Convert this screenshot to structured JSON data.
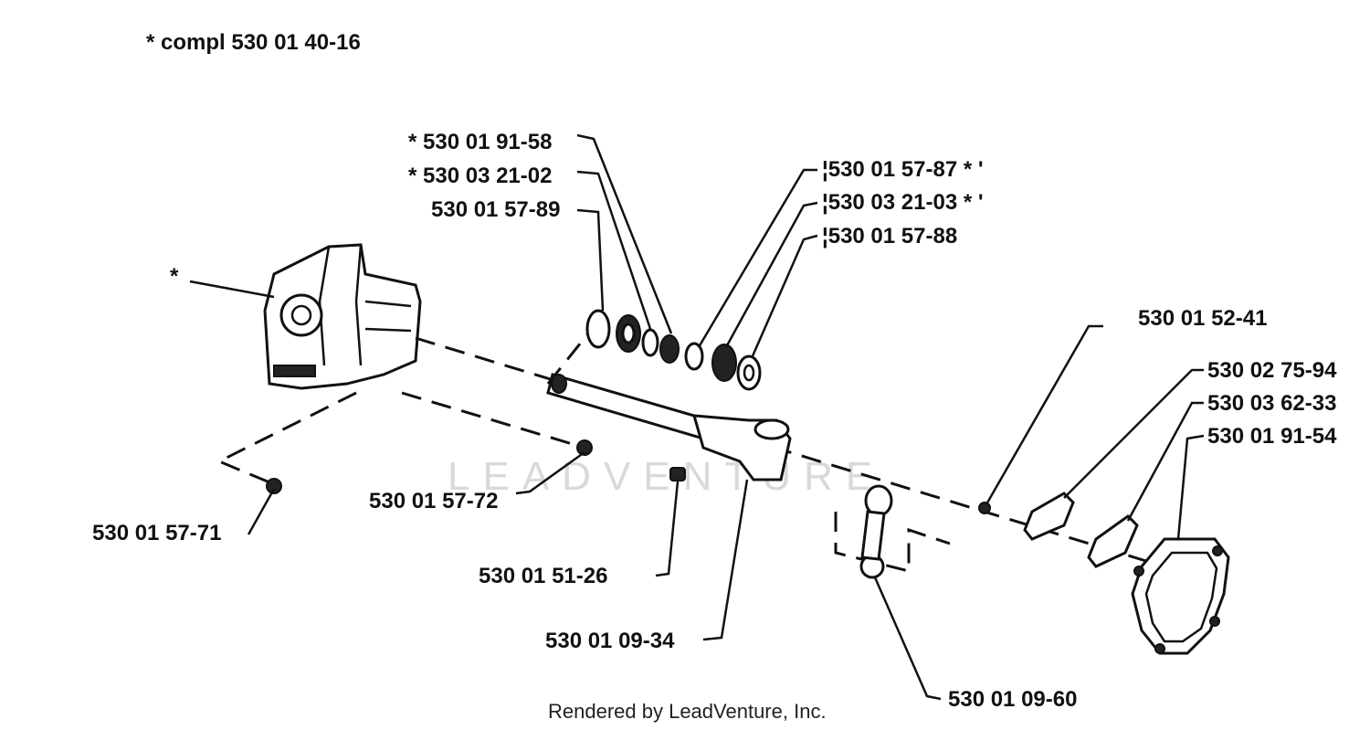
{
  "header": {
    "compl_label": "*  compl  530 01 40-16"
  },
  "labels": {
    "p1": "*  530 01 91-58",
    "p2": "*  530 03 21-02",
    "p3": "530 01 57-89",
    "p4": "¦530 01 57-87  *  '",
    "p5": "¦530 03 21-03  *  '",
    "p6": "¦530 01 57-88",
    "star": "*",
    "p7": "530 01 52-41",
    "p8": "530 02 75-94",
    "p9": "530 03 62-33",
    "p10": "530 01 91-54",
    "p11": "530 01 57-72",
    "p12": "530 01 57-71",
    "p13": "530 01 51-26",
    "p14": "530 01 09-34",
    "p15": "530 01 09-60"
  },
  "footer": {
    "credit": "Rendered by LeadVenture, Inc."
  },
  "watermark": {
    "text": "LEADVENTURE"
  }
}
